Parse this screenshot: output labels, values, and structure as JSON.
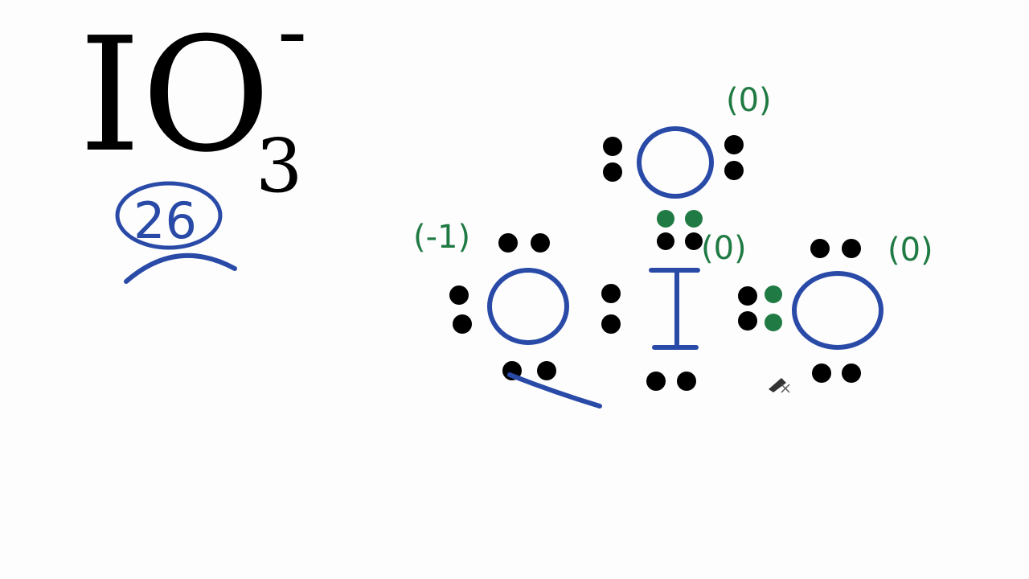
{
  "formula": {
    "element1": "I",
    "element2": "O",
    "subscript": "3",
    "charge": "-",
    "valence_electrons": "26"
  },
  "atoms": {
    "top_oxygen": {
      "symbol": "O",
      "formal_charge": "(0)"
    },
    "left_oxygen": {
      "symbol": "O",
      "formal_charge": "(-1)"
    },
    "center_iodine": {
      "symbol": "I",
      "formal_charge": "(0)"
    },
    "right_oxygen": {
      "symbol": "O",
      "formal_charge": "(0)"
    }
  },
  "colors": {
    "ink_blue": "#2a4aa8",
    "ink_green": "#1f7a43",
    "dot_black": "#000000",
    "background": "#fdfdfd"
  }
}
